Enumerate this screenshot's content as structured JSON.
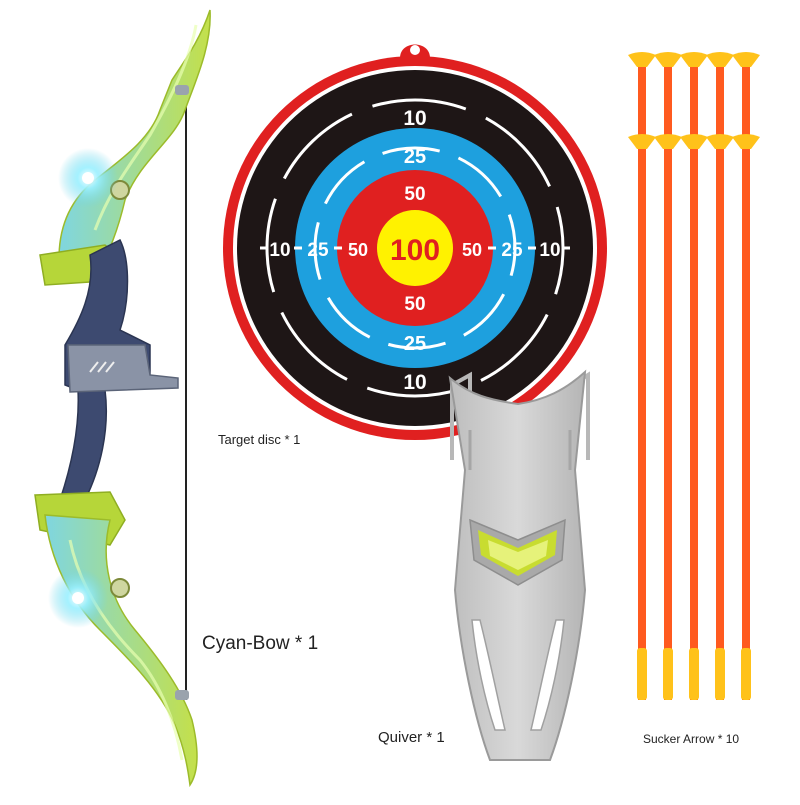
{
  "product_image": {
    "items": {
      "bow": {
        "caption": "Cyan-Bow * 1"
      },
      "target": {
        "caption": "Target disc * 1",
        "ring_labels": {
          "outer": "10",
          "middle": "25",
          "inner": "50",
          "bullseye": "100"
        }
      },
      "quiver": {
        "caption": "Quiver * 1"
      },
      "arrows": {
        "caption": "Sucker Arrow * 10",
        "count": 10
      }
    },
    "colors": {
      "bow_green": "#b6d639",
      "bow_cyan": "#6fd4e8",
      "bow_grip": "#3d4a70",
      "target_red": "#e02020",
      "target_black": "#1e1616",
      "target_blue": "#1ea0de",
      "target_yellow": "#fff200",
      "arrow_orange": "#ff5a1f",
      "arrow_tip": "#ffc21a",
      "quiver_gray": "#c9c9c9",
      "quiver_accent": "#c8dc30"
    }
  }
}
